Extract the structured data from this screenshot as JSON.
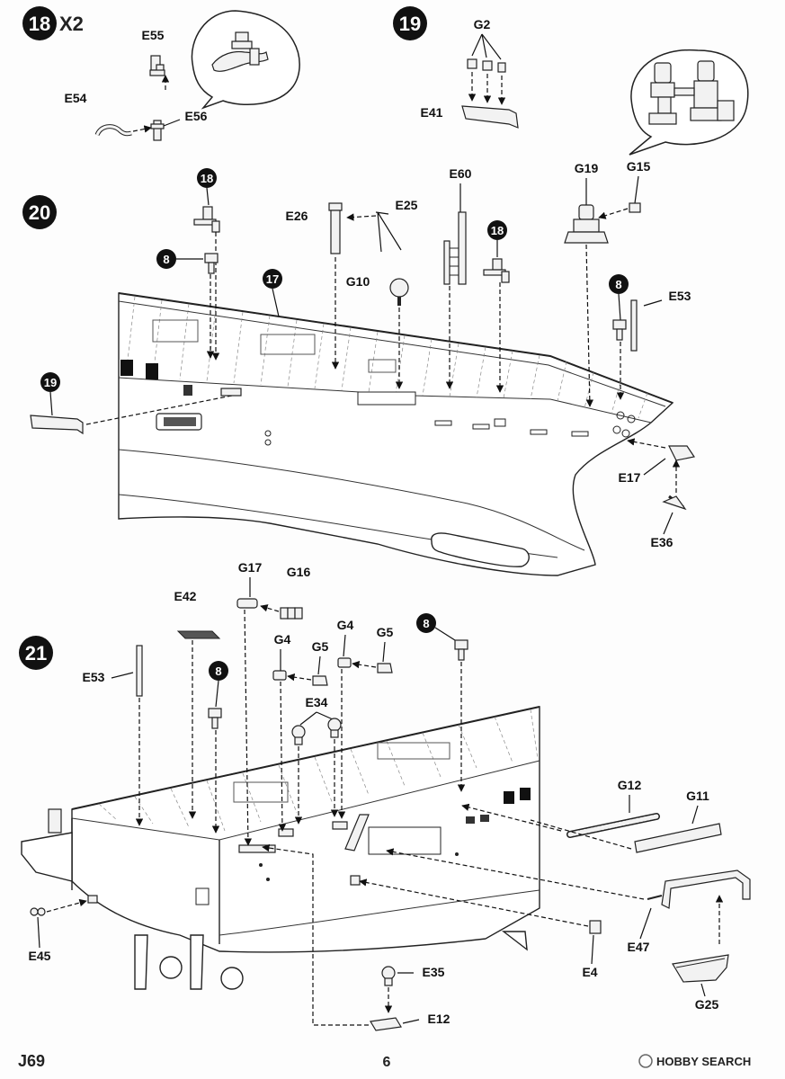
{
  "steps": {
    "s18": {
      "number": "18",
      "multiplier": "X2"
    },
    "s19": {
      "number": "19"
    },
    "s20": {
      "number": "20"
    },
    "s21": {
      "number": "21"
    }
  },
  "refs": {
    "r18a": "18",
    "r18b": "18",
    "r8a": "8",
    "r17": "17",
    "r19": "19",
    "r8b": "8",
    "r8c": "8",
    "r8d": "8"
  },
  "labels": {
    "E55": "E55",
    "E54": "E54",
    "E56": "E56",
    "G2": "G2",
    "E41": "E41",
    "E26": "E26",
    "E25": "E25",
    "E60": "E60",
    "G19": "G19",
    "G15": "G15",
    "G10": "G10",
    "E53a": "E53",
    "E17": "E17",
    "E36": "E36",
    "G17": "G17",
    "G16": "G16",
    "E42": "E42",
    "G4a": "G4",
    "G5a": "G5",
    "G4b": "G4",
    "G5b": "G5",
    "E53b": "E53",
    "E34": "E34",
    "G12": "G12",
    "G11": "G11",
    "E45": "E45",
    "E47": "E47",
    "E4": "E4",
    "E35": "E35",
    "E12": "E12",
    "G25": "G25"
  },
  "footer": {
    "kit_code": "J69",
    "page_number": "6",
    "watermark": "HOBBY SEARCH"
  }
}
